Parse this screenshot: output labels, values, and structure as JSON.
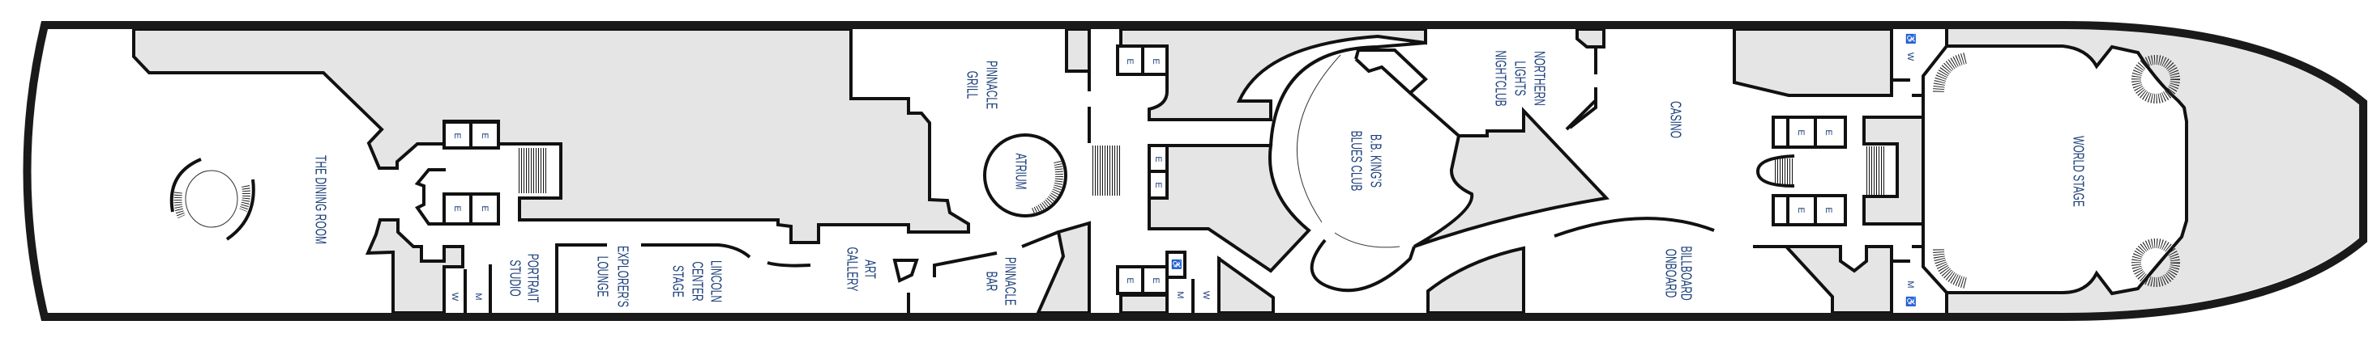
{
  "colors": {
    "label": "#1b3f7a",
    "deck_fill": "#e5e5e5",
    "wall": "#111111",
    "hull": "#1a1a1a"
  },
  "venues": {
    "dining_room": {
      "lines": [
        "THE DINING ROOM"
      ]
    },
    "portrait_studio": {
      "lines": [
        "PORTRAIT",
        "STUDIO"
      ]
    },
    "explorers_lounge": {
      "lines": [
        "EXPLORER’S",
        "LOUNGE"
      ]
    },
    "lincoln_center": {
      "lines": [
        "LINCOLN",
        "CENTER",
        "STAGE"
      ]
    },
    "pinnacle_grill": {
      "lines": [
        "PINNACLE",
        "GRILL"
      ]
    },
    "atrium": {
      "lines": [
        "ATRIUM"
      ]
    },
    "art_gallery": {
      "lines": [
        "ART",
        "GALLERY"
      ]
    },
    "pinnacle_bar": {
      "lines": [
        "PINNACLE",
        "BAR"
      ]
    },
    "bb_kings": {
      "lines": [
        "B.B. KING’S",
        "BLUES CLUB"
      ]
    },
    "northern_lights": {
      "lines": [
        "NORTHERN",
        "LIGHTS",
        "NIGHTCLUB"
      ]
    },
    "casino": {
      "lines": [
        "CASINO"
      ]
    },
    "billboard": {
      "lines": [
        "BILLBOARD",
        "ONBOARD"
      ]
    },
    "world_stage": {
      "lines": [
        "WORLD STAGE"
      ]
    }
  },
  "symbols": {
    "elevator": "E",
    "women": "W",
    "men": "M",
    "accessible": "♿"
  }
}
